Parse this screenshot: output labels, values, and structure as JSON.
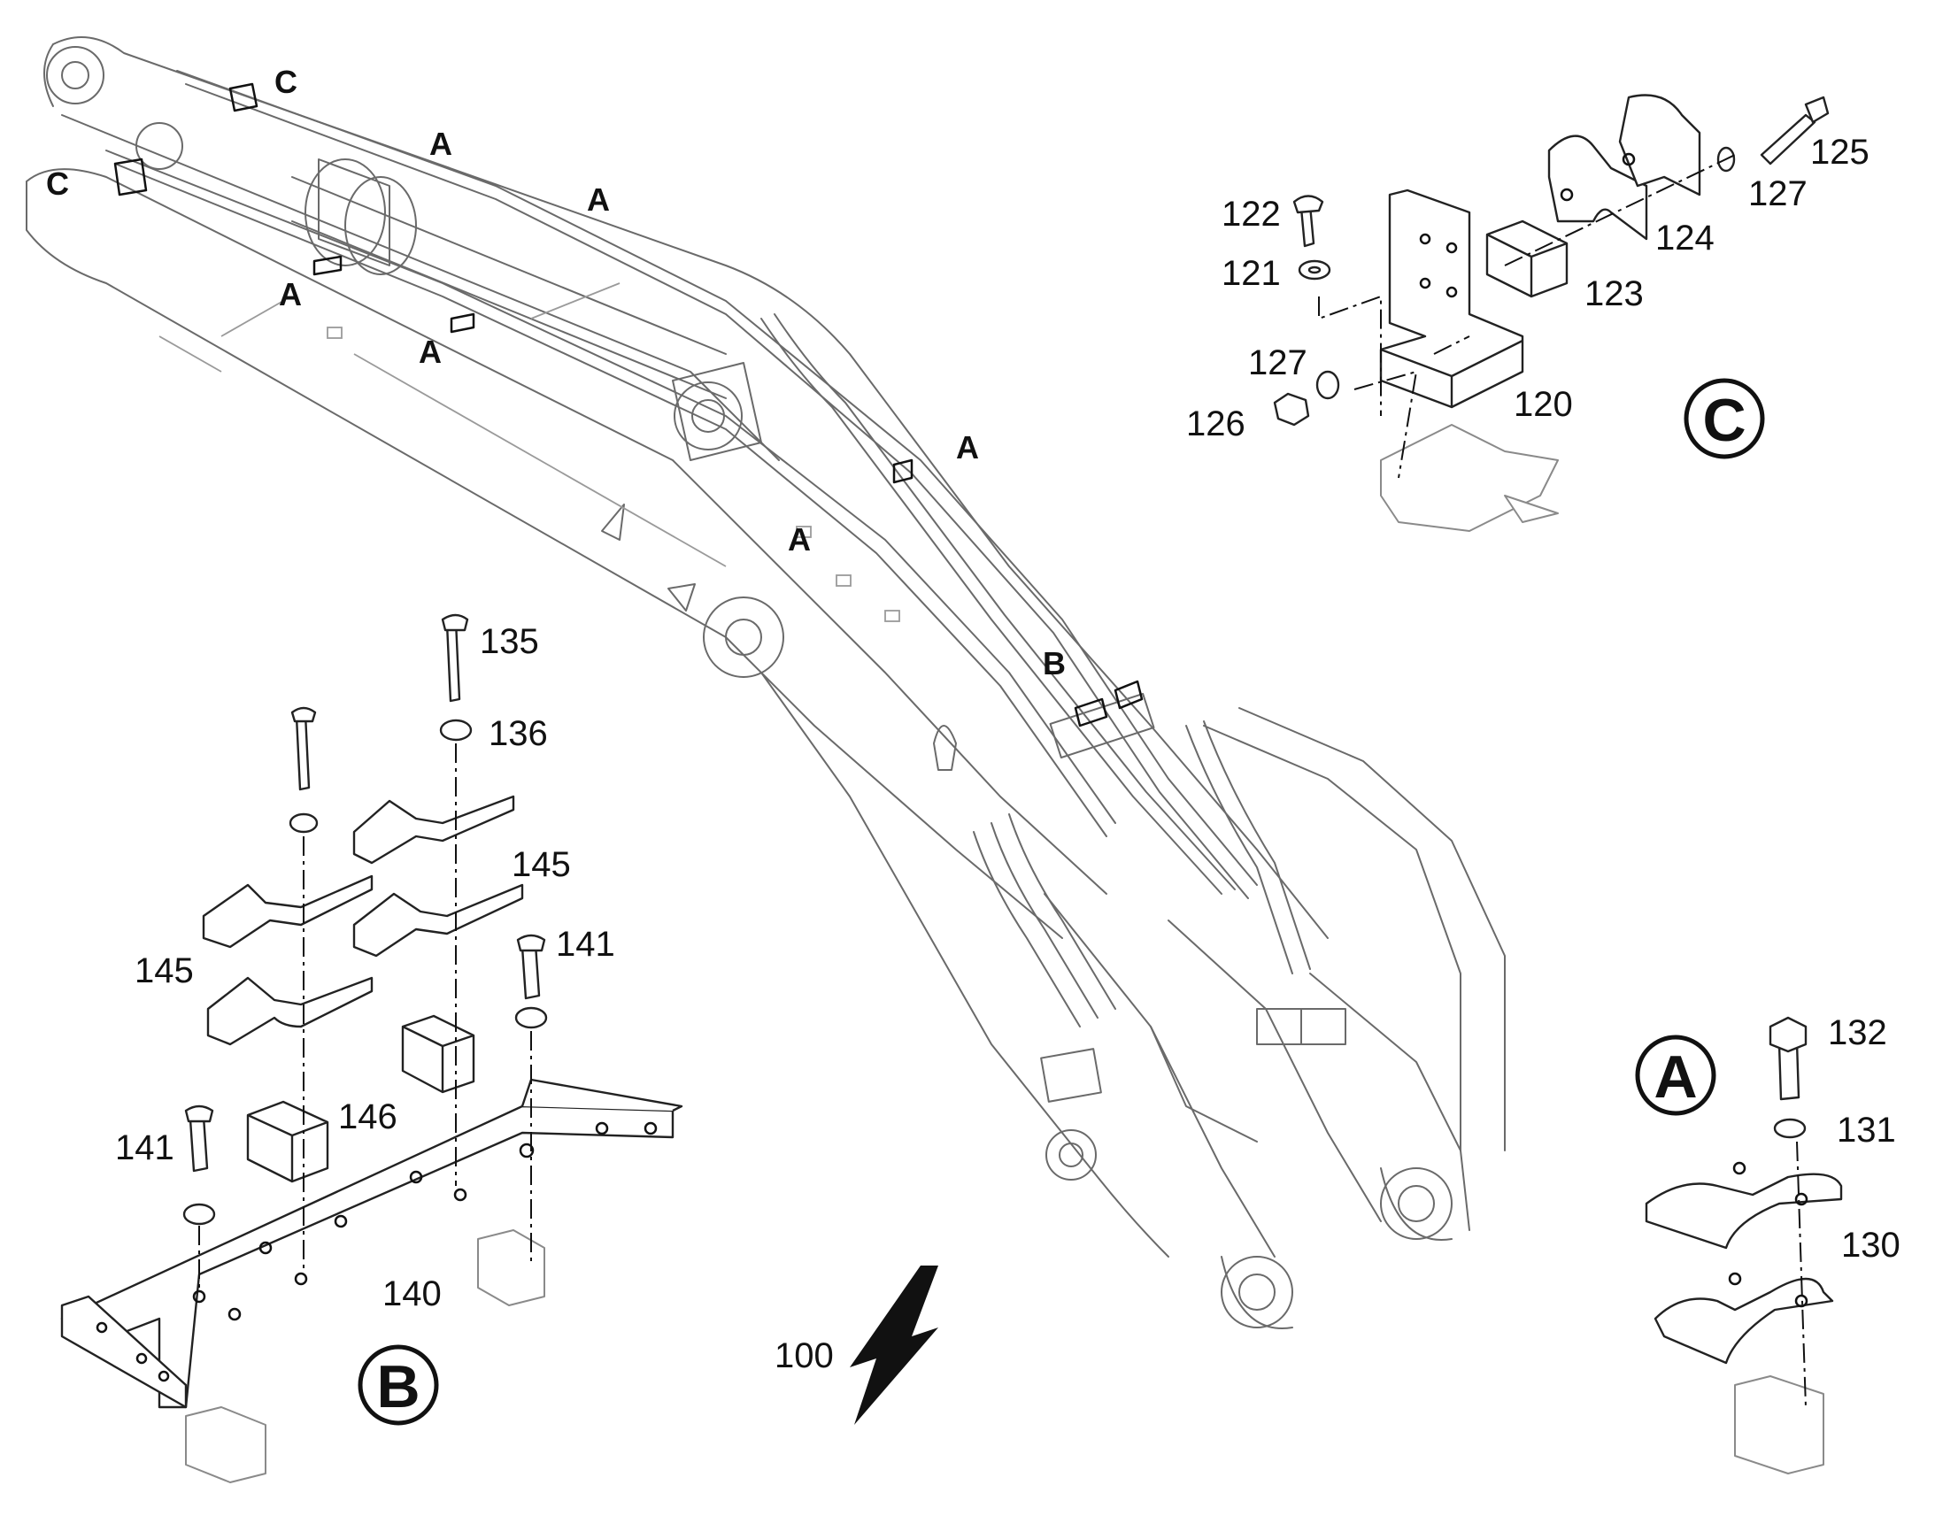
{
  "diagram": {
    "detail_markers": [
      {
        "id": "detail-a",
        "letter": "A"
      },
      {
        "id": "detail-b",
        "letter": "B"
      },
      {
        "id": "detail-c",
        "letter": "C"
      }
    ],
    "location_tags": {
      "c1": "C",
      "c2": "C",
      "a1": "A",
      "a2": "A",
      "a3": "A",
      "a4": "A",
      "a5": "A",
      "a6": "A",
      "b1": "B"
    },
    "part_numbers": {
      "p100": "100",
      "p120": "120",
      "p121": "121",
      "p122": "122",
      "p123": "123",
      "p124": "124",
      "p125": "125",
      "p126": "126",
      "p127a": "127",
      "p127b": "127",
      "p130": "130",
      "p131": "131",
      "p132": "132",
      "p135": "135",
      "p136": "136",
      "p140": "140",
      "p141a": "141",
      "p141b": "141",
      "p145a": "145",
      "p145b": "145",
      "p146": "146"
    }
  }
}
